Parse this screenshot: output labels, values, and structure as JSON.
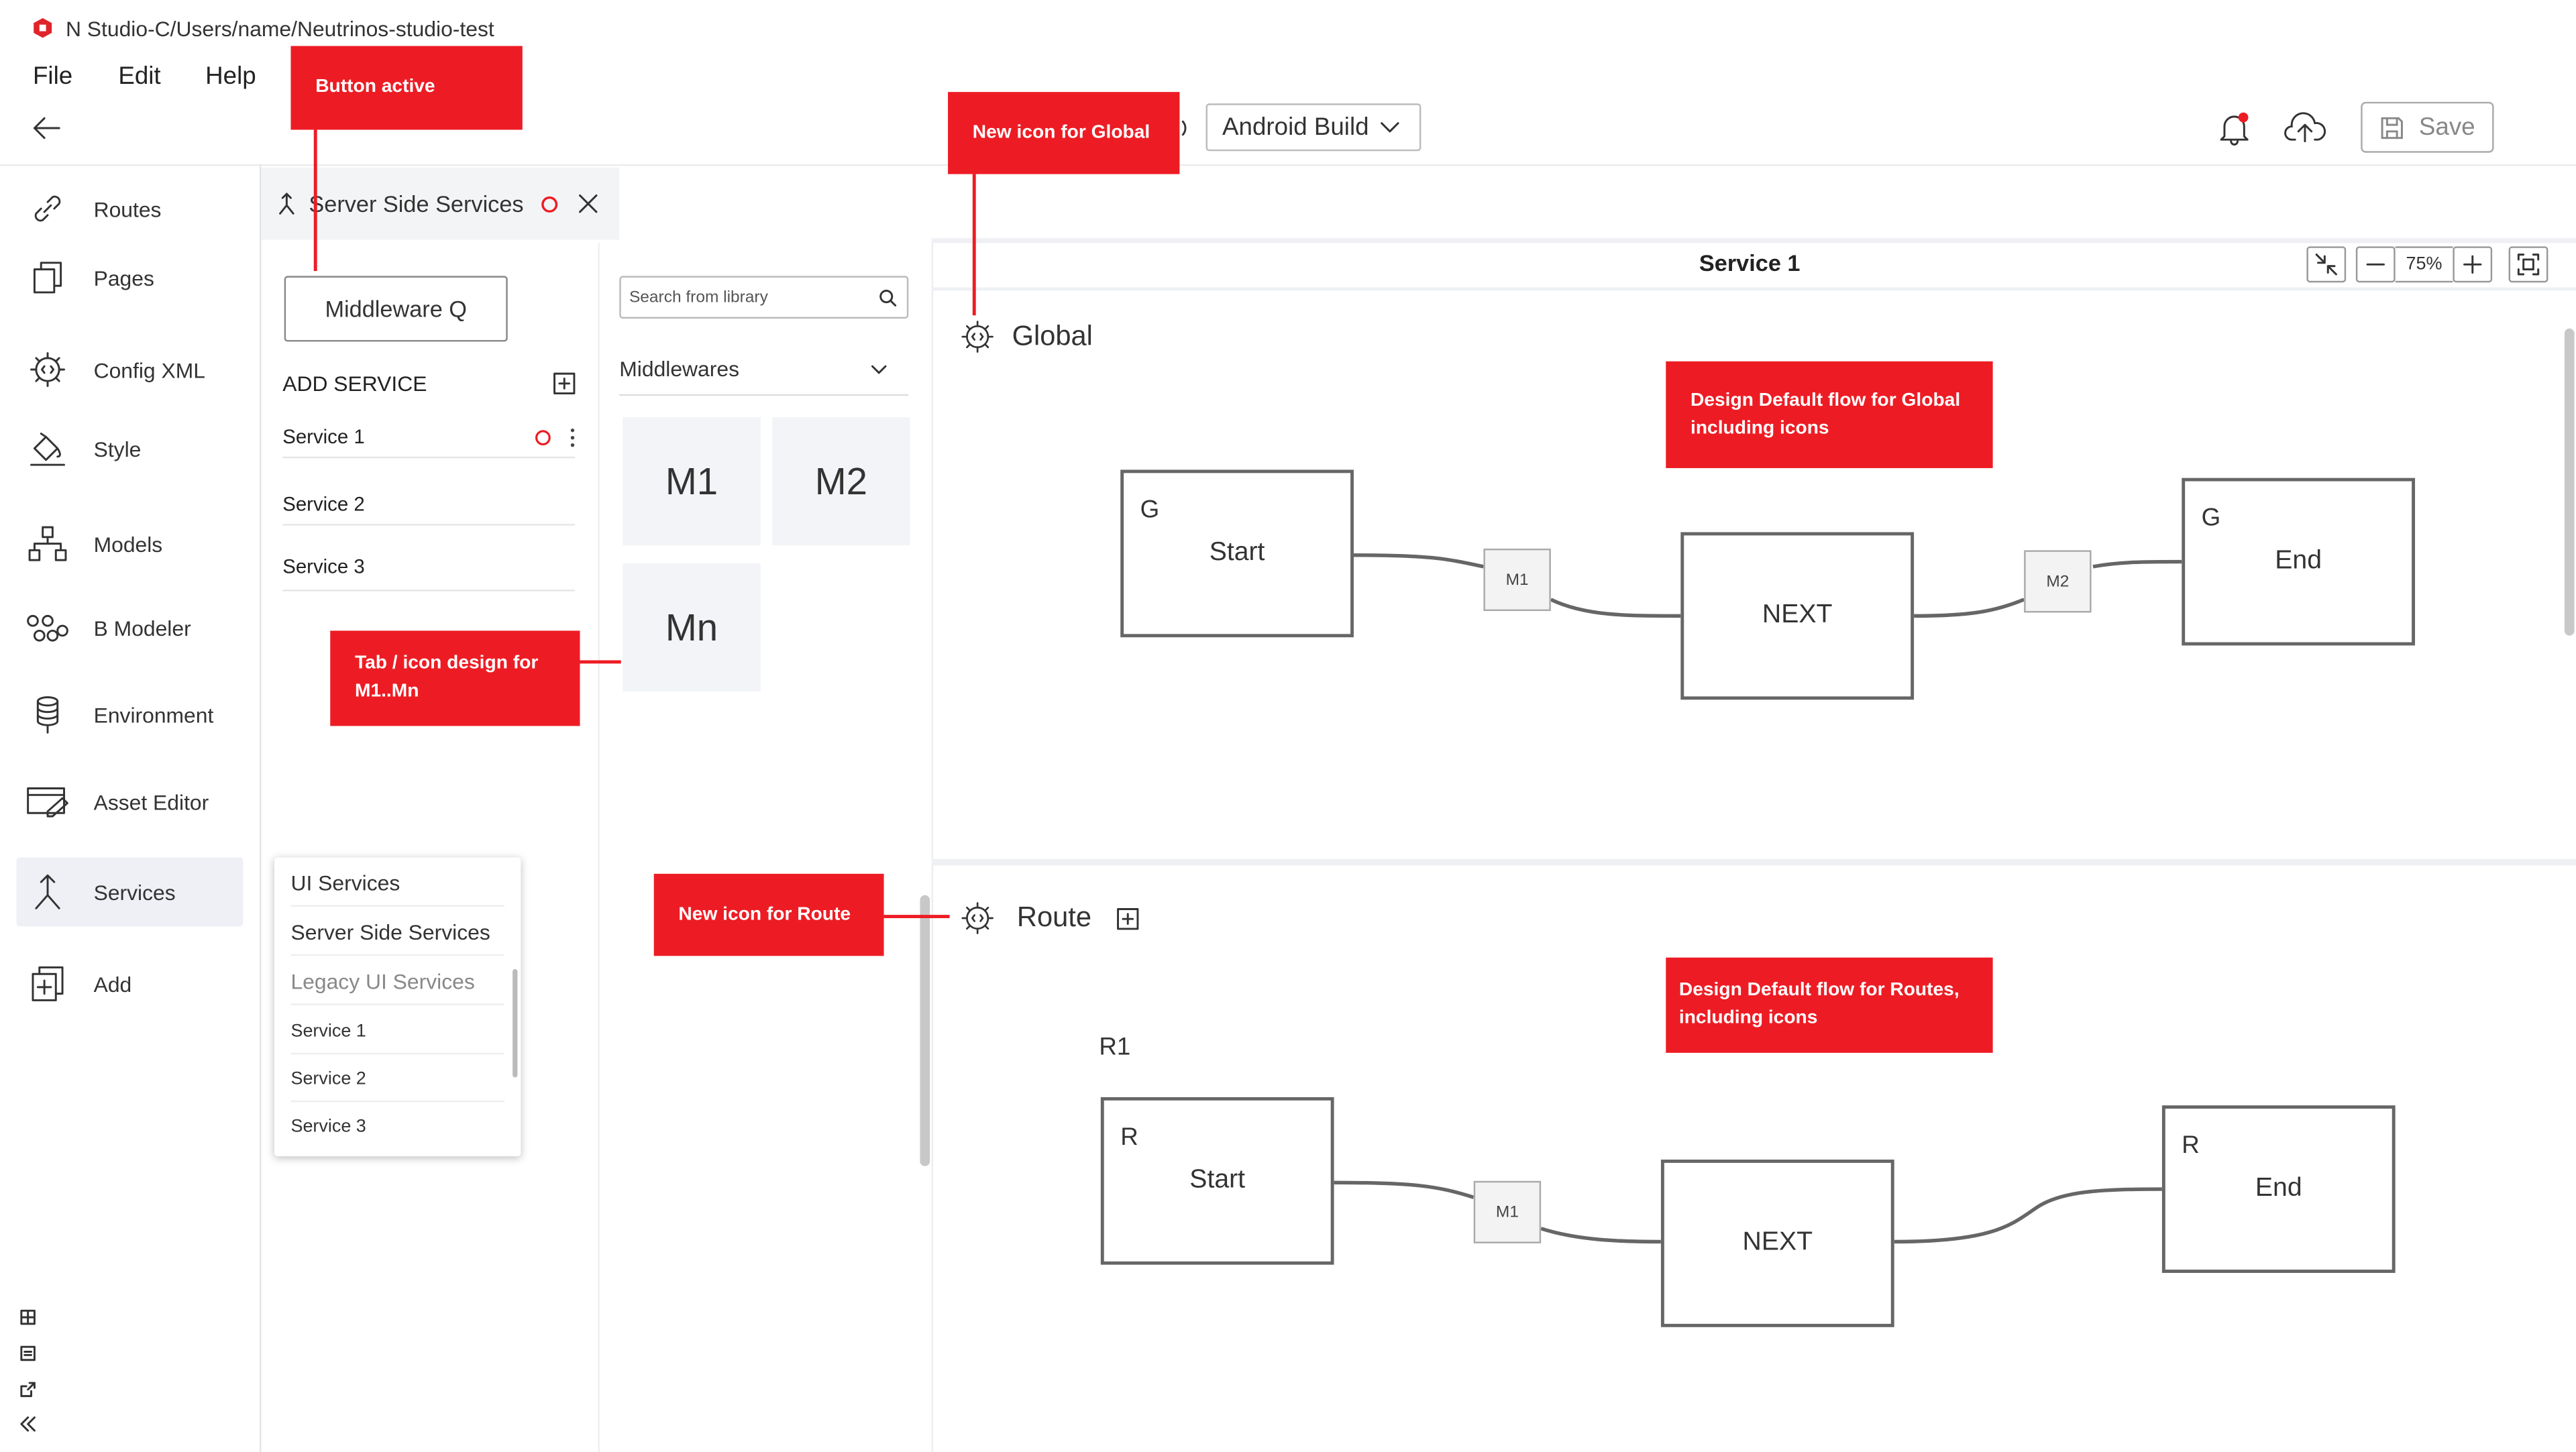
{
  "window": {
    "title": "N Studio-C/Users/name/Neutrinos-studio-test"
  },
  "menu": {
    "file": "File",
    "edit": "Edit",
    "help": "Help"
  },
  "toolbar": {
    "build_select": "Android Build",
    "save_label": "Save"
  },
  "sidebar": {
    "items": [
      {
        "label": "Routes",
        "icon": "link-icon"
      },
      {
        "label": "Pages",
        "icon": "pages-icon"
      },
      {
        "label": "Config XML",
        "icon": "gear-code-icon"
      },
      {
        "label": "Style",
        "icon": "paint-bucket-icon"
      },
      {
        "label": "Models",
        "icon": "hierarchy-icon"
      },
      {
        "label": "B Modeler",
        "icon": "nodes-icon"
      },
      {
        "label": "Environment",
        "icon": "database-icon"
      },
      {
        "label": "Asset Editor",
        "icon": "asset-editor-icon"
      },
      {
        "label": "Services",
        "icon": "merge-arrow-icon"
      },
      {
        "label": "Add",
        "icon": "add-page-icon"
      }
    ]
  },
  "panel": {
    "tab_label": "Server Side Services",
    "middleware_button": "Middleware Q",
    "add_service_label": "ADD SERVICE",
    "services": [
      "Service 1",
      "Service 2",
      "Service 3"
    ],
    "dropdown": {
      "headers": [
        "UI Services",
        "Server Side Services",
        "Legacy UI Services"
      ],
      "services": [
        "Service 1",
        "Service 2",
        "Service 3"
      ]
    }
  },
  "library": {
    "search_placeholder": "Search from library",
    "category": "Middlewares",
    "tiles": [
      "M1",
      "M2",
      "Mn"
    ]
  },
  "canvas": {
    "title": "Service 1",
    "zoom": "75%",
    "global": {
      "heading": "Global",
      "start_corner": "G",
      "start_label": "Start",
      "m1": "M1",
      "next": "NEXT",
      "m2": "M2",
      "end_corner": "G",
      "end_label": "End"
    },
    "route": {
      "heading": "Route",
      "route_name": "R1",
      "start_corner": "R",
      "start_label": "Start",
      "m1": "M1",
      "next": "NEXT",
      "end_corner": "R",
      "end_label": "End"
    }
  },
  "annotations": {
    "button_active": "Button active",
    "global_icon": "New icon for Global",
    "route_icon": "New icon for Route",
    "tab_icon_design": "Tab / icon design for M1..Mn",
    "global_flow": "Design Default flow for Global including icons",
    "route_flow": "Design Default flow for Routes, including icons"
  },
  "colors": {
    "accent": "#ed1c24",
    "tile_bg": "#f3f4f7",
    "active_nav": "#eef0f5"
  }
}
